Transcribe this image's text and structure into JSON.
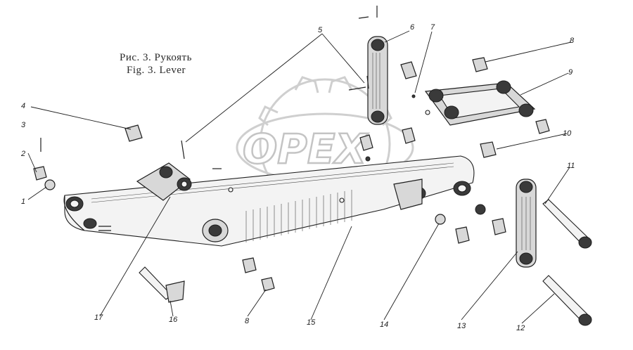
{
  "caption": {
    "ru": "Рис. 3. Рукоять",
    "en": "Fig. 3. Lever"
  },
  "watermark": "OPEX",
  "callouts": [
    "1",
    "2",
    "3",
    "4",
    "5",
    "6",
    "7",
    "8",
    "9",
    "10",
    "11",
    "12",
    "13",
    "14",
    "15",
    "16",
    "17",
    "8"
  ]
}
